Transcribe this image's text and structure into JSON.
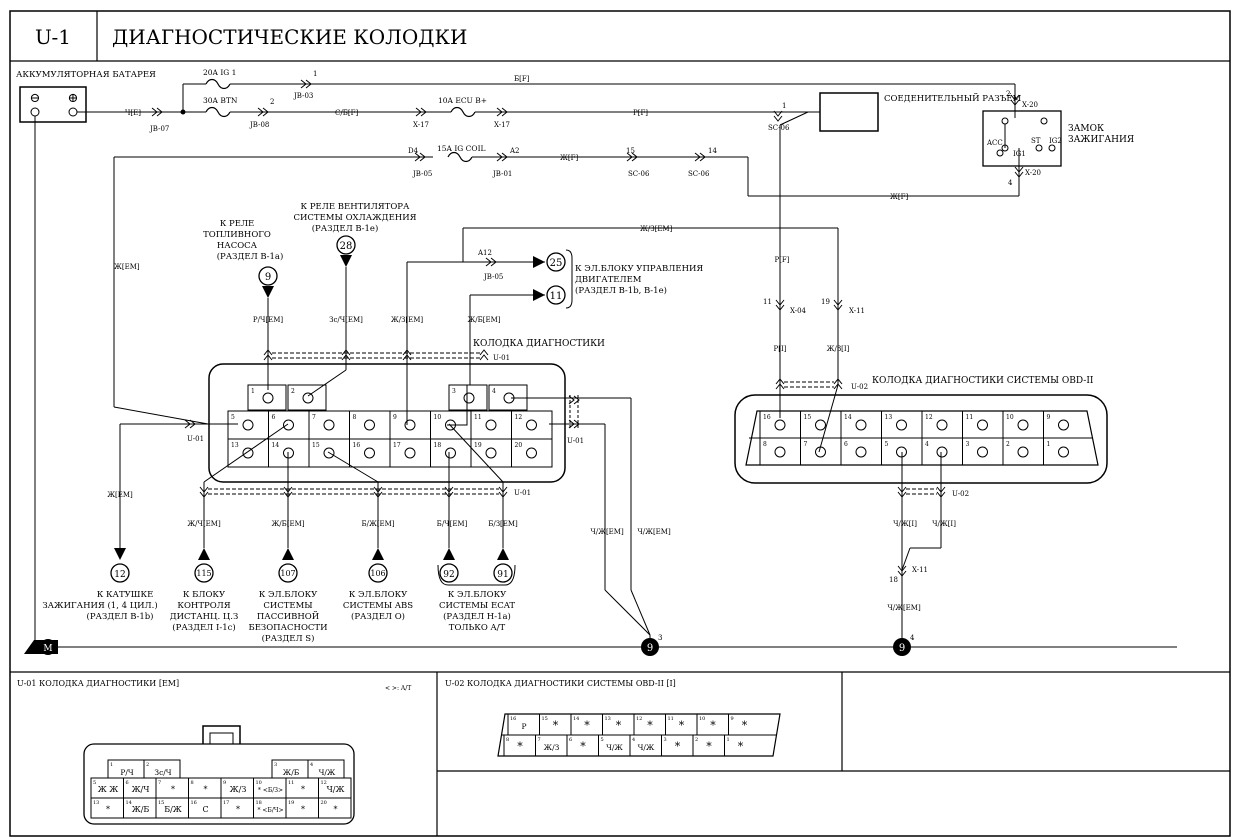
{
  "header": {
    "code": "U-1",
    "title": "ДИАГНОСТИЧЕСКИЕ КОЛОДКИ"
  },
  "top": {
    "battery": "АККУМУЛЯТОРНАЯ БАТАРЕЯ",
    "minus": "⊖",
    "plus": "⊕",
    "f1": "20A IG 1",
    "f2": "30A BTN",
    "f3": "10A ECU B+",
    "f4": "15A IG COIL",
    "jb03": "JB-03",
    "jb07": "JB-07",
    "jb08": "JB-08",
    "jb05": "JB-05",
    "jb01": "JB-01",
    "x17": "X-17",
    "x20": "X-20",
    "sc06": "SC-06",
    "x04": "X-04",
    "x11": "X-11",
    "w_ch_e": "Ч[E]",
    "w_b_f": "Б[F]",
    "w_s_b_f": "С/Б[F]",
    "w_r_f": "Р[F]",
    "w_zh_f": "Ж[F]",
    "w_zh_em": "Ж[EM]",
    "p1": "1",
    "p2": "2",
    "pd4": "D4",
    "pa2": "A2",
    "p15": "15",
    "p14": "14",
    "p4": "4",
    "pa12": "A12",
    "connector": "СОЕДЕНИТЕЛЬНЫЙ РАЗЪЁМ",
    "ign": "ЗАМОК ЗАЖИГАНИЯ",
    "acc": "ACC",
    "ig1": "IG1",
    "st": "ST",
    "ig2": "IG2"
  },
  "labels": {
    "fuel_relay": [
      "К РЕЛЕ",
      "ТОПЛИВНОГО",
      "НАСОСА",
      "(РАЗДЕЛ В-1a)"
    ],
    "fan_relay": [
      "К РЕЛЕ ВЕНТИЛЯТОРА",
      "СИСТЕМЫ ОХЛАЖДЕНИЯ",
      "(РАЗДЕЛ В-1е)"
    ],
    "ecu": [
      "К ЭЛ.БЛОКУ УПРАВЛЕНИЯ",
      "ДВИГАТЕЛЕМ",
      "(РАЗДЕЛ В-1b, В-1e)"
    ],
    "diag": "КОЛОДКА ДИАГНОСТИКИ",
    "obd": "КОЛОДКА ДИАГНОСТИКИ СИСТЕМЫ OBD-II",
    "coil": [
      "К КАТУШКЕ",
      "ЗАЖИГАНИЯ (1, 4 ЦИЛ.)",
      "(РАЗДЕЛ В-1b)"
    ],
    "remote": [
      "К БЛОКУ",
      "КОНТРОЛЯ",
      "ДИСТАНЦ. Ц.З",
      "(РАЗДЕЛ I-1c)"
    ],
    "srs": [
      "К ЭЛ.БЛОКУ",
      "СИСТЕМЫ",
      "ПАССИВНОЙ",
      "БЕЗОПАСНОСТИ",
      "(РАЗДЕЛ S)"
    ],
    "abs": [
      "К ЭЛ.БЛОКУ",
      "СИСТЕМЫ ABS",
      "(РАЗДЕЛ O)"
    ],
    "ecat": [
      "К ЭЛ.БЛОКУ",
      "СИСТЕМЫ ECAT",
      "(РАЗДЕЛ H-1a)",
      "ТОЛЬКО A/T"
    ]
  },
  "circles": {
    "c9": "9",
    "c28": "28",
    "c25": "25",
    "c11": "11",
    "c12": "12",
    "c115": "115",
    "c107": "107",
    "c106": "106",
    "c92": "92",
    "c91": "91",
    "g9": "9",
    "gM": "M",
    "g3": "3",
    "g4": "4"
  },
  "wires": {
    "r_ch_em": "Р/Ч[EM]",
    "zs_ch_em": "Зс/Ч[EM]",
    "zh_z_em": "Ж/З[EM]",
    "zh_b_em": "Ж/Б[EM]",
    "zh_z_em_top": "Ж/З[EM]",
    "zh_ch_em": "Ж/Ч[EM]",
    "zh_b_em2": "Ж/Б[EM]",
    "b_zh_em": "Б/Ж[EM]",
    "b_ch_em": "Б/Ч[EM]",
    "b_z_em": "Б/З[EM]",
    "ch_zh_em1": "Ч/Ж[EM]",
    "ch_zh_em2": "Ч/Ж[EM]",
    "p_f": "Р[F]",
    "p_i": "Р[I]",
    "zh_z_i": "Ж/З[I]",
    "ch_zh_i1": "Ч/Ж[I]",
    "ch_zh_i2": "Ч/Ж[I]",
    "ch_zh_em3": "Ч/Ж[EM]",
    "u01": "U-01",
    "u02": "U-02",
    "p11": "11",
    "p19": "19",
    "p18": "18",
    "p1b": "1",
    "p2b": "2"
  },
  "u01": {
    "pins_top": [
      "1",
      "2",
      "3",
      "4"
    ],
    "pins_row1": [
      "5",
      "6",
      "7",
      "8",
      "9",
      "10",
      "11",
      "12"
    ],
    "pins_row2": [
      "13",
      "14",
      "15",
      "16",
      "17",
      "18",
      "19",
      "20"
    ]
  },
  "u02": {
    "pins_row1": [
      "16",
      "15",
      "14",
      "13",
      "12",
      "11",
      "10",
      "9"
    ],
    "pins_row2": [
      "8",
      "7",
      "6",
      "5",
      "4",
      "3",
      "2",
      "1"
    ]
  },
  "bottom": {
    "u01_title": "U-01 КОЛОДКА ДИАГНОСТИКИ [EM]",
    "legend": "< >: A/T",
    "u02_title": "U-02 КОЛОДКА ДИАГНОСТИКИ СИСТЕМЫ OBD-II [I]",
    "u01_top": [
      {
        "n": "1",
        "t": "Р/Ч"
      },
      {
        "n": "2",
        "t": "Зс/Ч"
      },
      {
        "n": "3",
        "t": "Ж/Б"
      },
      {
        "n": "4",
        "t": "Ч/Ж"
      }
    ],
    "u01_r1": [
      {
        "n": "5",
        "t": "Ж Ж"
      },
      {
        "n": "6",
        "t": "Ж/Ч"
      },
      {
        "n": "7",
        "t": "*"
      },
      {
        "n": "8",
        "t": "*"
      },
      {
        "n": "9",
        "t": "Ж/З"
      },
      {
        "n": "10",
        "t": "* <Б/З>"
      },
      {
        "n": "11",
        "t": "*"
      },
      {
        "n": "12",
        "t": "Ч/Ж"
      }
    ],
    "u01_r2": [
      {
        "n": "13",
        "t": "*"
      },
      {
        "n": "14",
        "t": "Ж/Б"
      },
      {
        "n": "15",
        "t": "Б/Ж"
      },
      {
        "n": "16",
        "t": "С"
      },
      {
        "n": "17",
        "t": "*"
      },
      {
        "n": "18",
        "t": "* <Б/Ч>"
      },
      {
        "n": "19",
        "t": "*"
      },
      {
        "n": "20",
        "t": "*"
      }
    ],
    "u02_r1": [
      {
        "n": "16",
        "t": "Р"
      },
      {
        "n": "15",
        "t": "*"
      },
      {
        "n": "14",
        "t": "*"
      },
      {
        "n": "13",
        "t": "*"
      },
      {
        "n": "12",
        "t": "*"
      },
      {
        "n": "11",
        "t": "*"
      },
      {
        "n": "10",
        "t": "*"
      },
      {
        "n": "9",
        "t": "*"
      }
    ],
    "u02_r2": [
      {
        "n": "8",
        "t": "*"
      },
      {
        "n": "7",
        "t": "Ж/З"
      },
      {
        "n": "6",
        "t": "*"
      },
      {
        "n": "5",
        "t": "Ч/Ж"
      },
      {
        "n": "4",
        "t": "Ч/Ж"
      },
      {
        "n": "3",
        "t": "*"
      },
      {
        "n": "2",
        "t": "*"
      },
      {
        "n": "1",
        "t": "*"
      }
    ]
  }
}
